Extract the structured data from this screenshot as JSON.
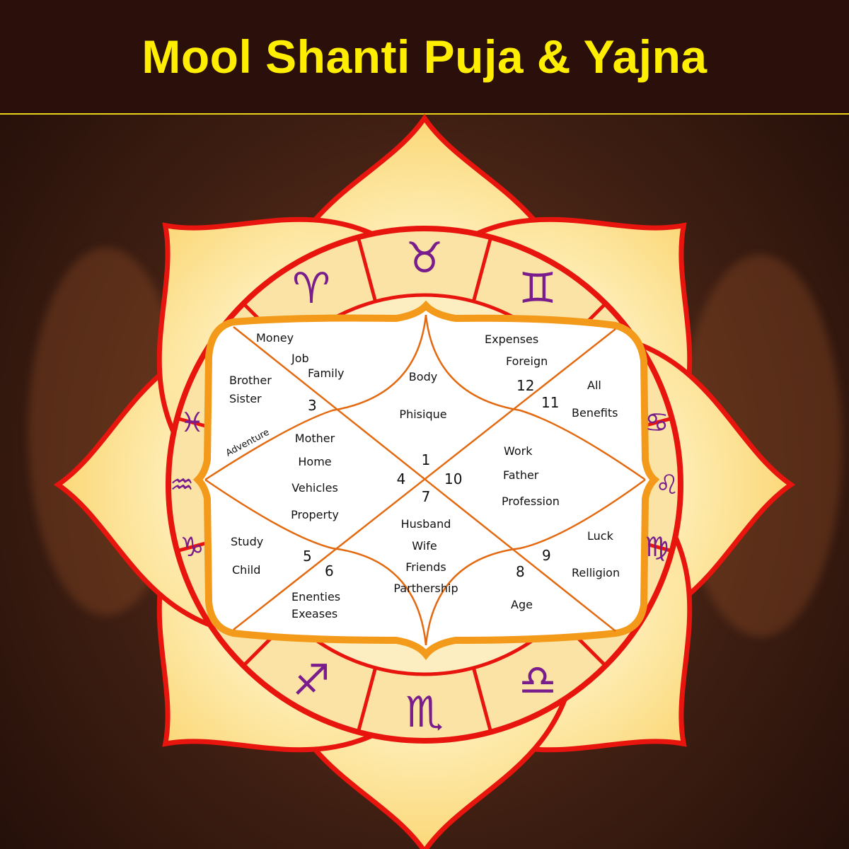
{
  "header": {
    "title": "Mool Shanti Puja & Yajna"
  },
  "colors": {
    "title": "#ffee00",
    "petal_stroke": "#e8150f",
    "petal_fill": "#fde7a2",
    "chart_border": "#f39a1a",
    "zodiac": "#7a1d8c"
  },
  "zodiac_icons": [
    "aries-icon",
    "taurus-icon",
    "gemini-icon",
    "cancer-icon",
    "leo-icon",
    "virgo-icon",
    "libra-icon",
    "scorpio-icon",
    "sagittarius-icon",
    "capricorn-icon",
    "aquarius-icon",
    "pisces-icon"
  ],
  "chart": {
    "house1": {
      "number": "1",
      "lines": [
        "Body",
        "Phisique"
      ]
    },
    "house2": {
      "lines": [
        "Money",
        "Job",
        "Family"
      ]
    },
    "house3": {
      "number": "3",
      "lines": [
        "Brother",
        "Sister",
        "Adventure"
      ]
    },
    "house4": {
      "number": "4",
      "lines": [
        "Mother",
        "Home",
        "Vehicles",
        "Property"
      ]
    },
    "house5": {
      "number": "5",
      "lines": [
        "Study",
        "Child"
      ]
    },
    "house6": {
      "number": "6",
      "lines": [
        "Enenties",
        "Exeases"
      ]
    },
    "house7": {
      "number": "7",
      "lines": [
        "Husband",
        "Wife",
        "Friends",
        "Parthership"
      ]
    },
    "house8": {
      "number": "8",
      "lines": [
        "Age"
      ]
    },
    "house9": {
      "number": "9",
      "lines": [
        "Luck",
        "Relligion"
      ]
    },
    "house10": {
      "number": "10",
      "lines": [
        "Work",
        "Father",
        "Profession"
      ]
    },
    "house11": {
      "number": "11",
      "lines": [
        "All",
        "Benefits"
      ]
    },
    "house12": {
      "number": "12",
      "lines": [
        "Expenses",
        "Foreign"
      ]
    }
  }
}
